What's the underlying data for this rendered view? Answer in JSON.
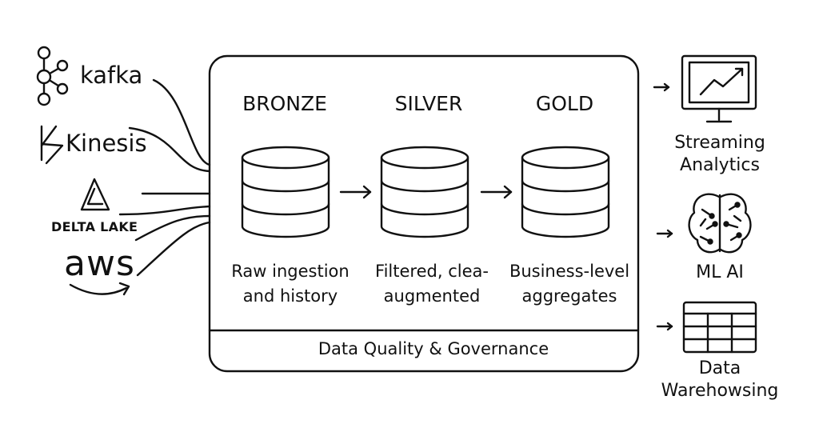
{
  "sources": {
    "kafka": {
      "label": "kafka",
      "icon": "kafka-icon"
    },
    "kinesis": {
      "label": "Kinesis",
      "icon": "kinesis-icon"
    },
    "delta_lake": {
      "label": "DELTA LAKE",
      "icon": "delta-lake-icon"
    },
    "aws": {
      "label": "aws",
      "icon": "aws-smile-icon"
    }
  },
  "lakehouse": {
    "tiers": [
      {
        "title": "BRONZE",
        "description_lines": [
          "Raw ingestion",
          "and history"
        ],
        "icon": "database-icon"
      },
      {
        "title": "SILVER",
        "description_lines": [
          "Filtered, clea-",
          "augmented"
        ],
        "icon": "database-icon"
      },
      {
        "title": "GOLD",
        "description_lines": [
          "Business-level",
          "aggregates"
        ],
        "icon": "database-icon"
      }
    ],
    "footer": "Data Quality & Governance"
  },
  "outputs": [
    {
      "lines": [
        "Streaming",
        "Analytics"
      ],
      "icon": "monitor-chart-icon"
    },
    {
      "lines": [
        "ML AI"
      ],
      "icon": "brain-icon"
    },
    {
      "lines": [
        "Data",
        "Warehowsing"
      ],
      "icon": "table-grid-icon"
    }
  ],
  "colors": {
    "stroke": "#111111",
    "background": "#ffffff"
  }
}
